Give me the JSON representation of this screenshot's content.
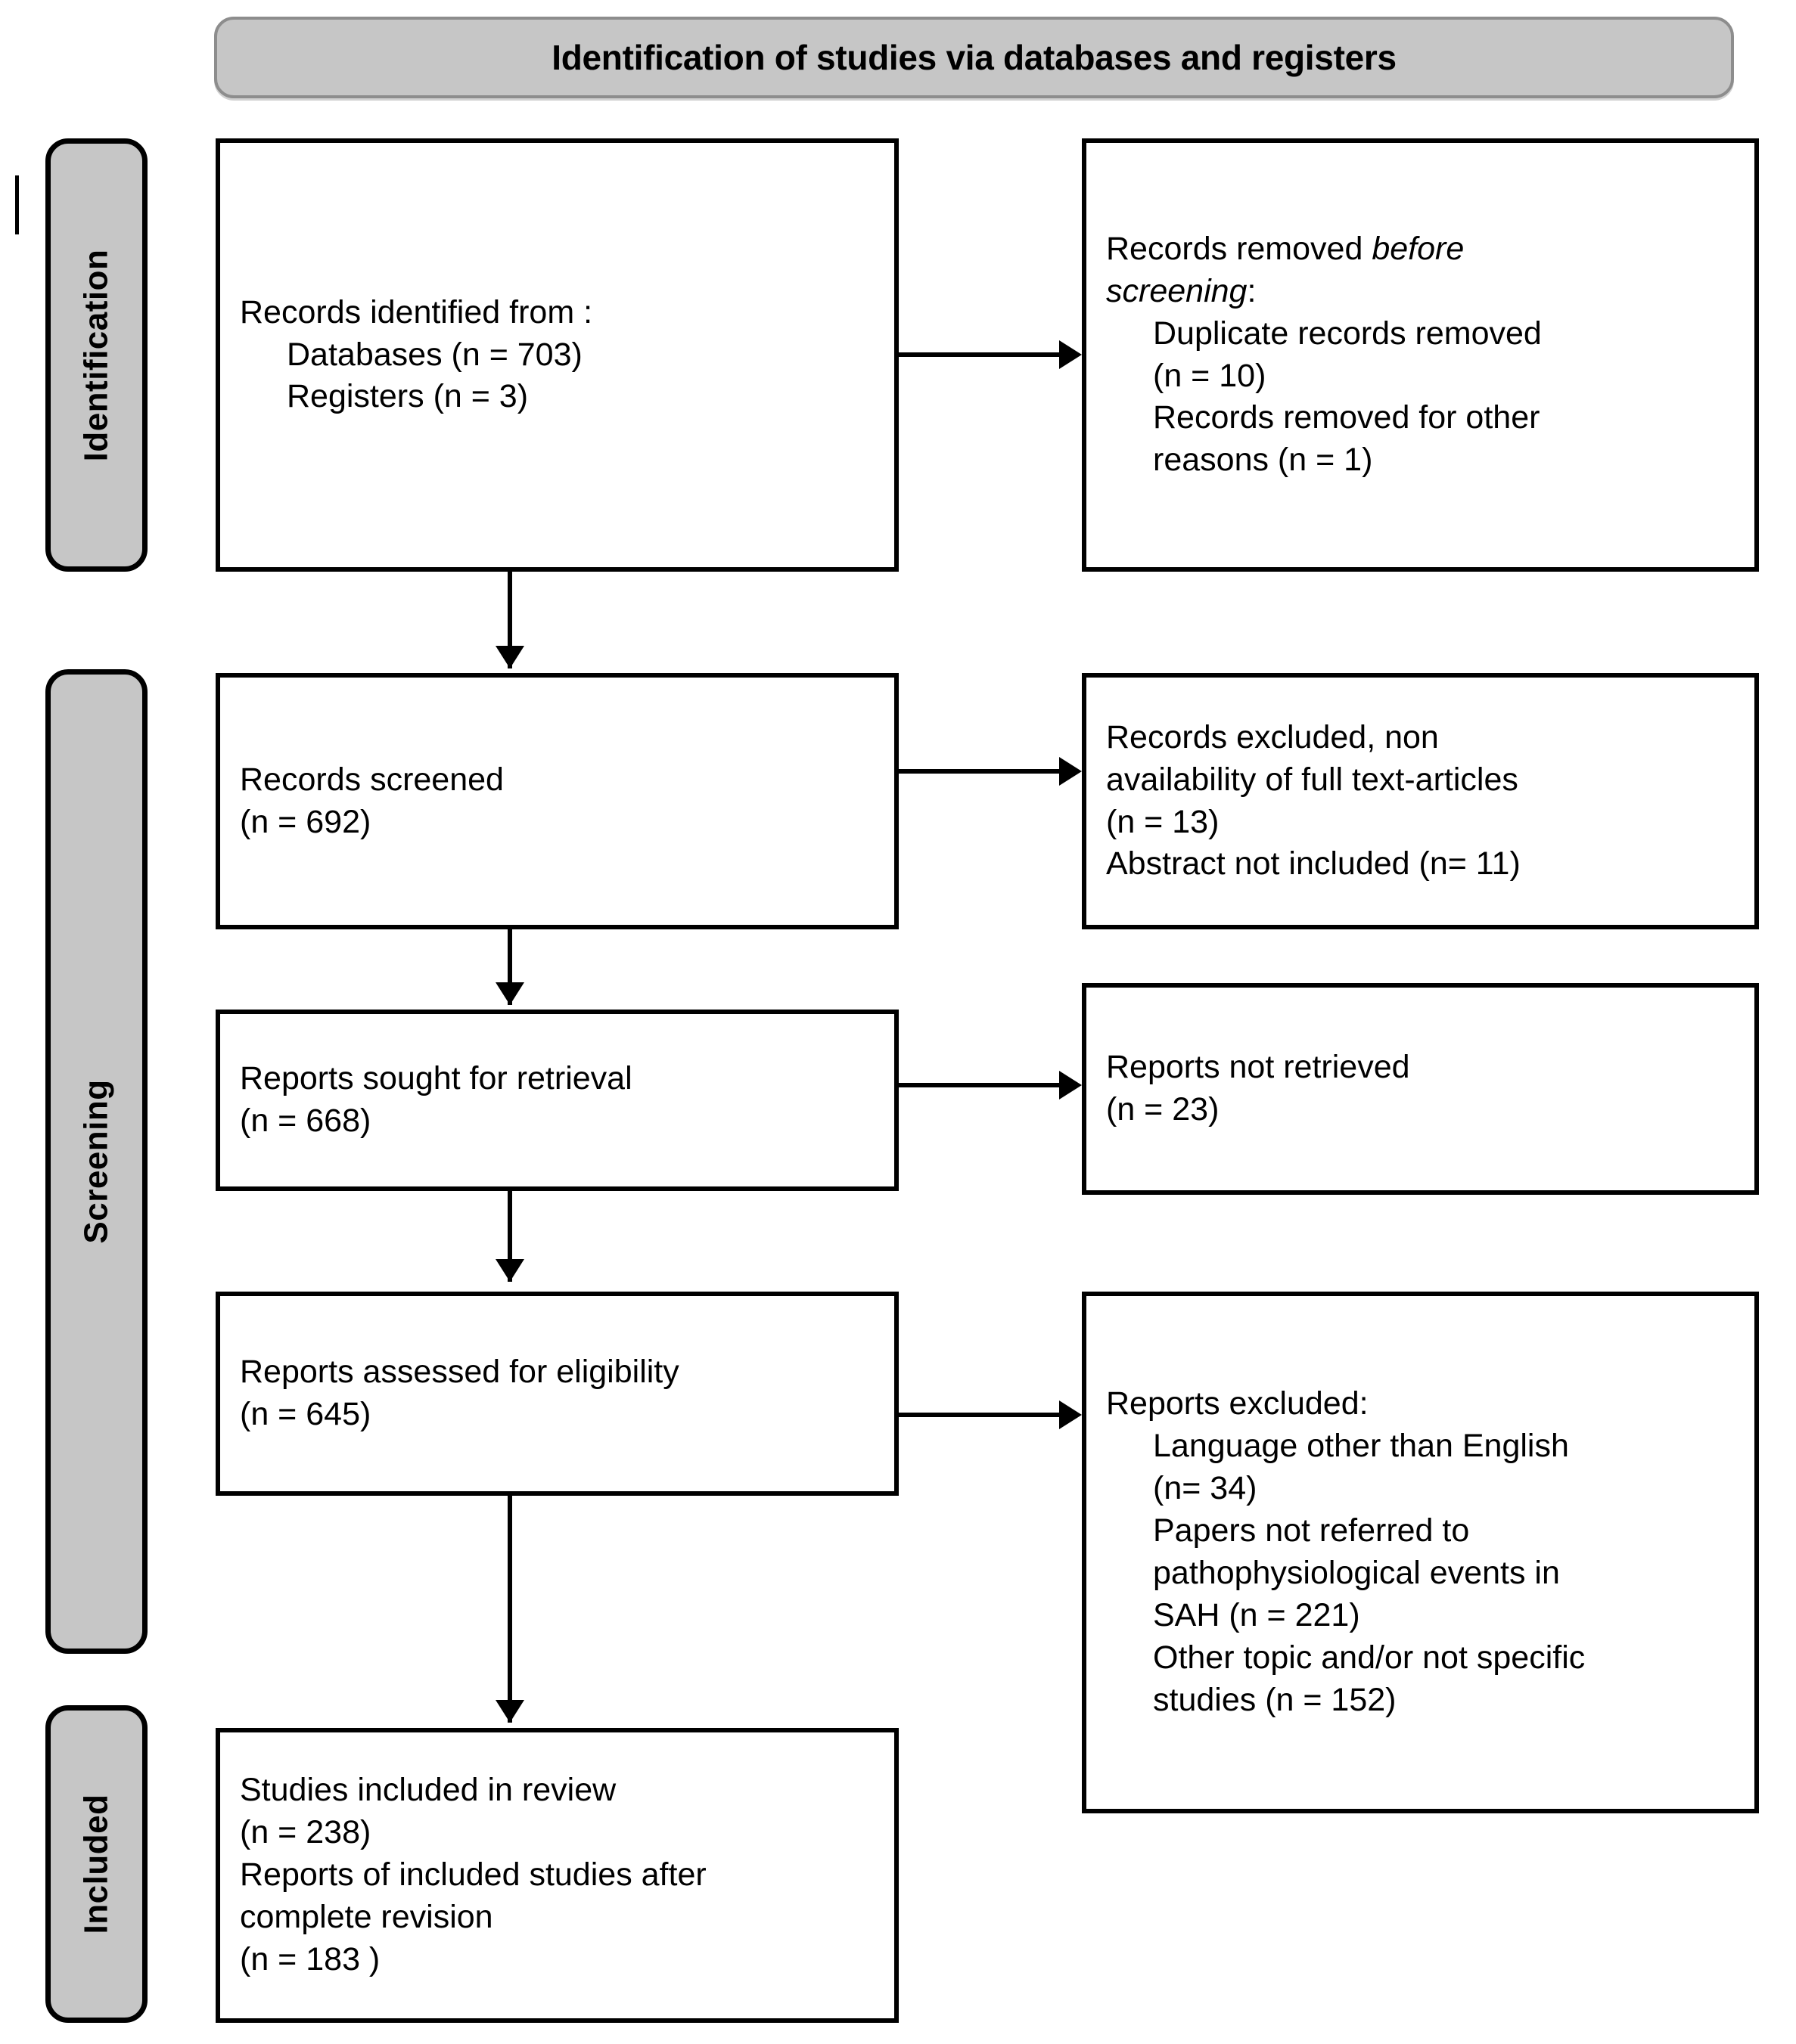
{
  "diagram": {
    "title": "Identification of studies via databases and registers",
    "type": "PRISMA flow diagram"
  },
  "header": {
    "label": "Identification of studies via databases and registers"
  },
  "stages": {
    "identification": "Identification",
    "screening": "Screening",
    "included": "Included"
  },
  "boxes": {
    "identified": {
      "line1": "Records identified from :",
      "line2": "Databases (n = 703)",
      "line3": "Registers (n = 3)"
    },
    "removed_before_screening": {
      "line1_a": "Records removed ",
      "line1_b": "before",
      "line2_b": "screening",
      "line2_a": ":",
      "line3": "Duplicate records removed",
      "line4": "(n = 10)",
      "line5": "Records removed for other",
      "line6": "reasons (n = 1)"
    },
    "records_screened": {
      "line1": "Records screened",
      "line2": "(n = 692)"
    },
    "records_excluded": {
      "line1": "Records excluded, non",
      "line2": "availability of full text-articles",
      "line3": "(n = 13)",
      "line4": "Abstract not included (n= 11)"
    },
    "reports_sought": {
      "line1": "Reports sought for retrieval",
      "line2": "(n = 668)"
    },
    "reports_not_retrieved": {
      "line1": "Reports not retrieved",
      "line2": "(n = 23)"
    },
    "reports_assessed": {
      "line1": "Reports assessed for eligibility",
      "line2": "(n = 645)"
    },
    "reports_excluded": {
      "line1": "Reports excluded:",
      "line2": "Language other than English",
      "line3": "(n= 34)",
      "line4": "Papers not referred to",
      "line5": "pathophysiological events in",
      "line6": "SAH (n = 221)",
      "line7": "Other topic and/or not specific",
      "line8": "studies (n = 152)"
    },
    "studies_included": {
      "line1": "Studies included in review",
      "line2": "(n = 238)",
      "line3": "Reports of included studies after",
      "line4": "complete revision",
      "line5": "(n = 183 )"
    }
  },
  "counts": {
    "databases": 703,
    "registers": 3,
    "duplicates_removed": 10,
    "removed_other_reasons": 1,
    "records_screened": 692,
    "excluded_no_fulltext": 13,
    "abstract_not_included": 11,
    "reports_sought": 668,
    "reports_not_retrieved": 23,
    "reports_assessed": 645,
    "excluded_language": 34,
    "excluded_not_pathophys_sah": 221,
    "excluded_other_topic": 152,
    "studies_included": 238,
    "reports_after_revision": 183
  },
  "colors": {
    "stage_fill": "#c6c6c6",
    "banner_fill": "#c6c6c6",
    "box_fill": "#ffffff",
    "stroke": "#000000"
  }
}
